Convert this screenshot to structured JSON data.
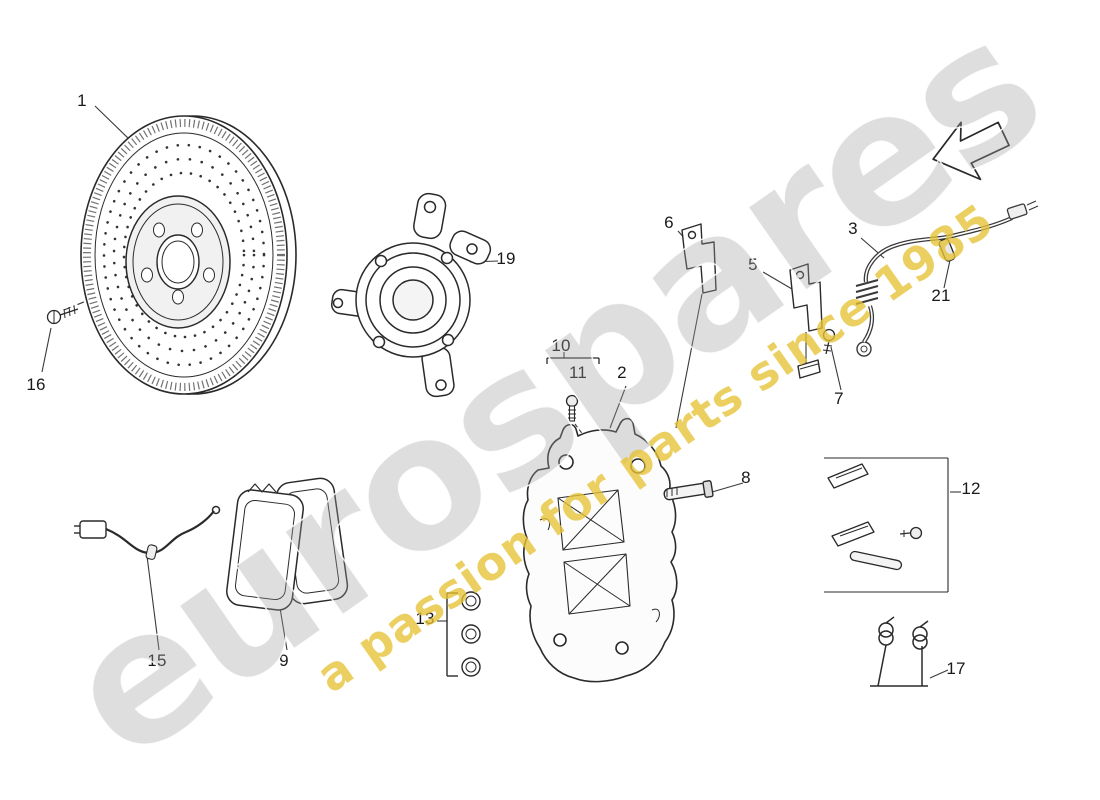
{
  "watermark": {
    "brand": "eurospares",
    "tagline": "a passion for parts since 1985"
  },
  "labels": {
    "l1": "1",
    "l2": "2",
    "l3": "3",
    "l5": "5",
    "l6": "6",
    "l7": "7",
    "l8": "8",
    "l9": "9",
    "l10": "10",
    "l11": "11",
    "l12": "12",
    "l13": "13",
    "l15": "15",
    "l16": "16",
    "l17": "17",
    "l19": "19",
    "l21": "21"
  }
}
